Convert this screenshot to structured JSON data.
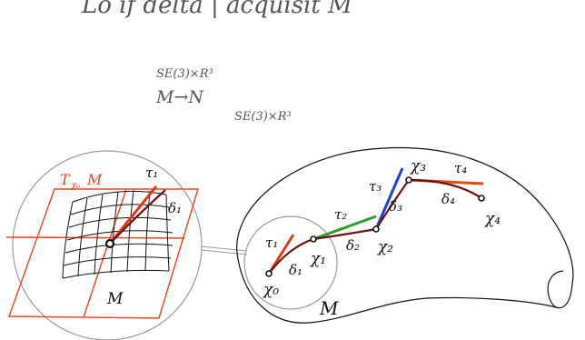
{
  "handwritten_notes": {
    "line1": "Lo if delta | acquisit M",
    "line2": "SE(3)×R³",
    "line3": "M→N",
    "line4": "SE(3)×R³"
  },
  "inset": {
    "tangent_space_label": "T",
    "tangent_space_subscript": "χ₀",
    "tangent_space_manifold": "M",
    "tau_label": "τ₁",
    "delta_label": "δ₁",
    "manifold_label": "M"
  },
  "main": {
    "manifold_label": "M",
    "points": [
      {
        "label": "χ₀"
      },
      {
        "label": "χ₁"
      },
      {
        "label": "χ₂"
      },
      {
        "label": "χ₃"
      },
      {
        "label": "χ₄"
      }
    ],
    "taus": [
      "τ₁",
      "τ₂",
      "τ₃",
      "τ₄"
    ],
    "deltas": [
      "δ₁",
      "δ₂",
      "δ₃",
      "δ₄"
    ]
  },
  "colors": {
    "tau1": "#d93a1a",
    "tau2": "#2aa02a",
    "tau3": "#1f3fd6",
    "tau4": "#e04a14",
    "delta": "#6a1010",
    "tangent_plane": "#e8431c",
    "outline": "#111111",
    "lens": "#9a9a9a"
  }
}
